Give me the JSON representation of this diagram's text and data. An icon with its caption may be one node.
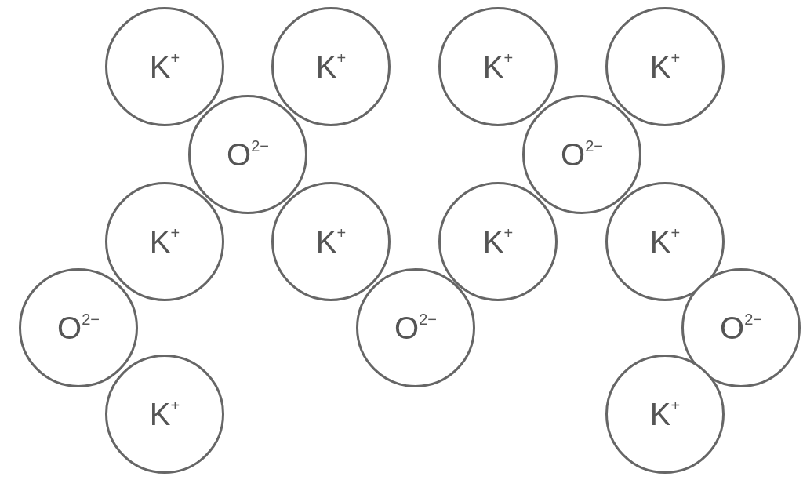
{
  "diagram": {
    "nodes": [
      {
        "text": [
          "K$^{+}$"
        ]
      },
      {
        "text": [
          "K$^{+}$"
        ]
      },
      {
        "text": [
          "K$^{+}$"
        ]
      },
      {
        "text": [
          "K$^{+}$"
        ]
      },
      {
        "text": [
          "O$^{2−}$"
        ]
      },
      {
        "text": [
          "O$^{2−}$"
        ]
      },
      {
        "text": [
          "K$^{+}$"
        ]
      },
      {
        "text": [
          "K$^{+}$"
        ]
      },
      {
        "text": [
          "K$^{+}$"
        ]
      },
      {
        "text": [
          "K$^{+}$"
        ]
      },
      {
        "text": [
          "O$^{2−}$"
        ]
      },
      {
        "text": [
          "O$^{2−}$"
        ]
      },
      {
        "text": [
          "O$^{2−}$"
        ]
      },
      {
        "text": [
          "K$^{+}$"
        ]
      },
      {
        "text": [
          "K$^{+}$"
        ]
      }
    ]
  }
}
